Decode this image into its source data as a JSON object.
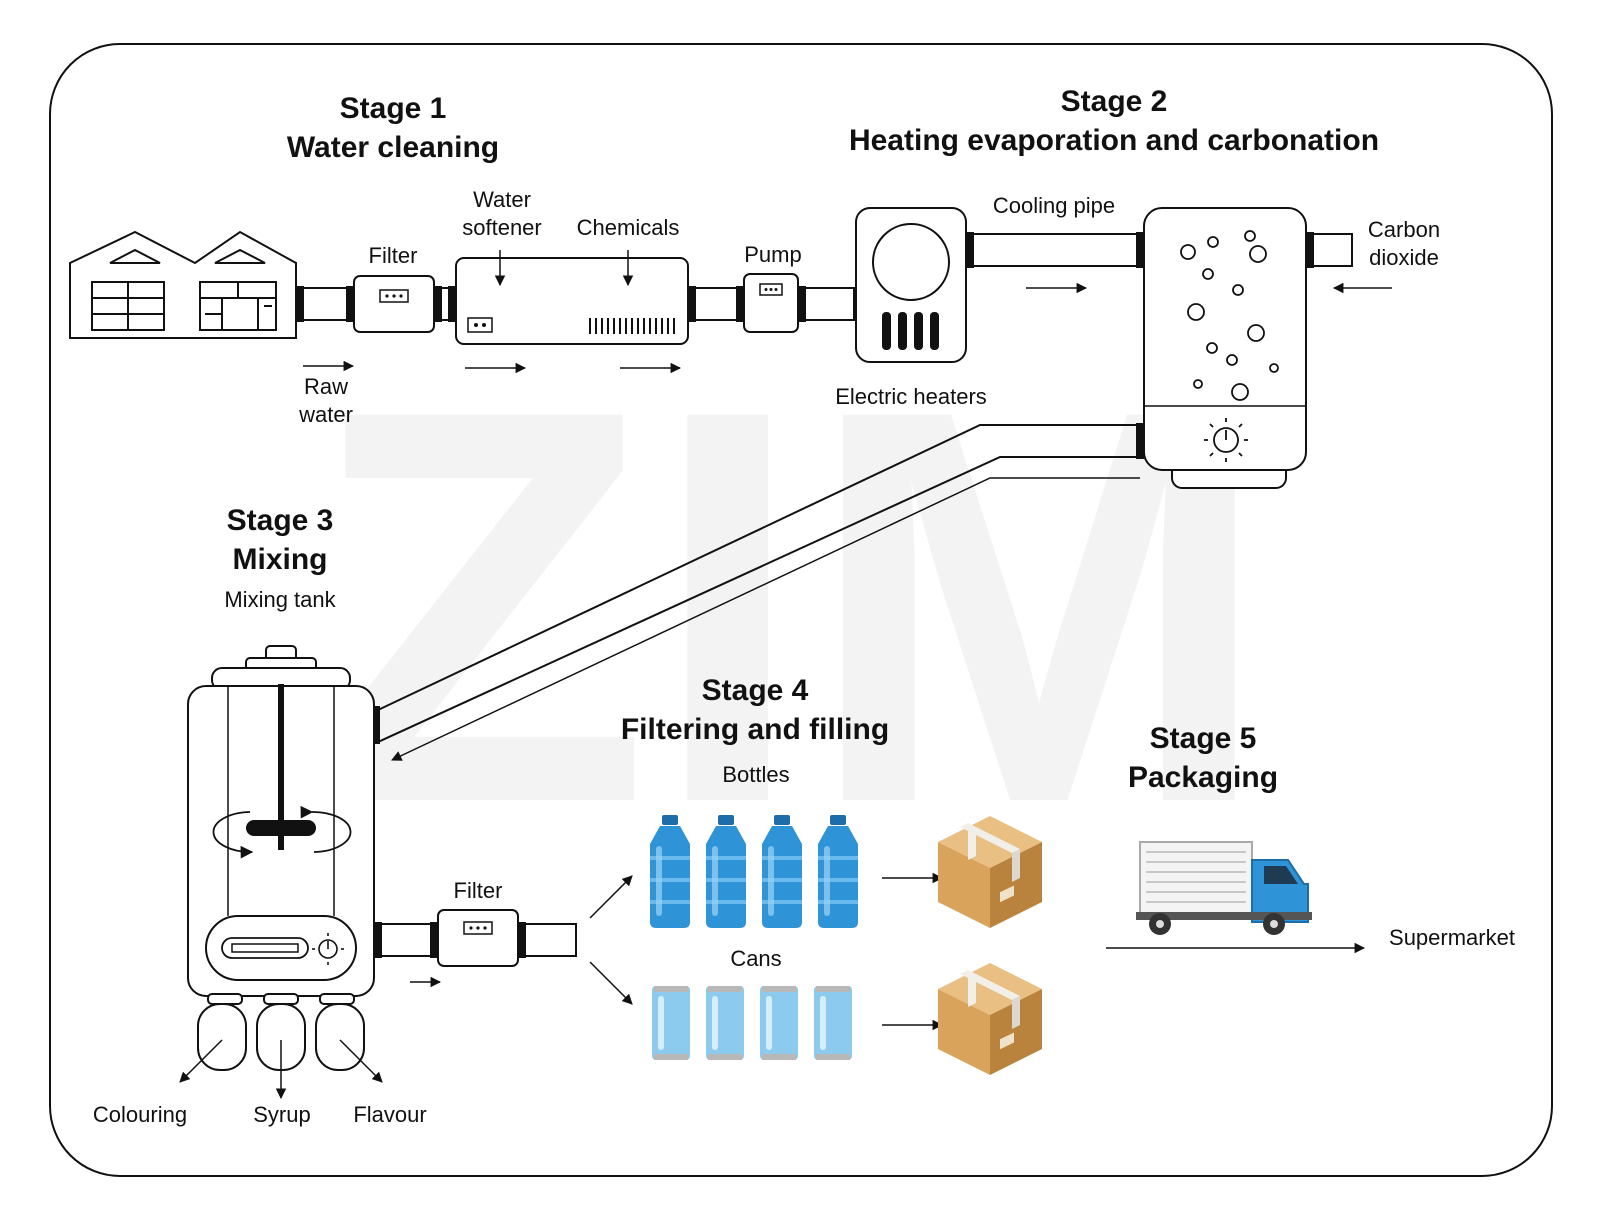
{
  "watermark": "ZIM",
  "stages": [
    {
      "title": "Stage 1",
      "subtitle": "Water cleaning"
    },
    {
      "title": "Stage 2",
      "subtitle": "Heating evaporation and carbonation"
    },
    {
      "title": "Stage 3",
      "subtitle": "Mixing"
    },
    {
      "title": "Stage 4",
      "subtitle": "Filtering and filling"
    },
    {
      "title": "Stage 5",
      "subtitle": "Packaging"
    }
  ],
  "labels": {
    "filter_1": "Filter",
    "water_softener_1": "Water",
    "water_softener_2": "softener",
    "chemicals": "Chemicals",
    "pump": "Pump",
    "raw_water_1": "Raw",
    "raw_water_2": "water",
    "cooling_pipe": "Cooling pipe",
    "carbon_dioxide_1": "Carbon",
    "carbon_dioxide_2": "dioxide",
    "electric_heaters": "Electric heaters",
    "mixing_tank": "Mixing tank",
    "filter_2": "Filter",
    "bottles": "Bottles",
    "cans": "Cans",
    "supermarket": "Supermarket",
    "colouring": "Colouring",
    "syrup": "Syrup",
    "flavour": "Flavour"
  },
  "colors": {
    "bottle": "#2f93d8",
    "bottle_light": "#67b9ee",
    "can": "#8ccbee",
    "box": "#d9a35c",
    "box_dark": "#b9823d",
    "truck_cab": "#2f93d8",
    "outline": "#111111"
  }
}
